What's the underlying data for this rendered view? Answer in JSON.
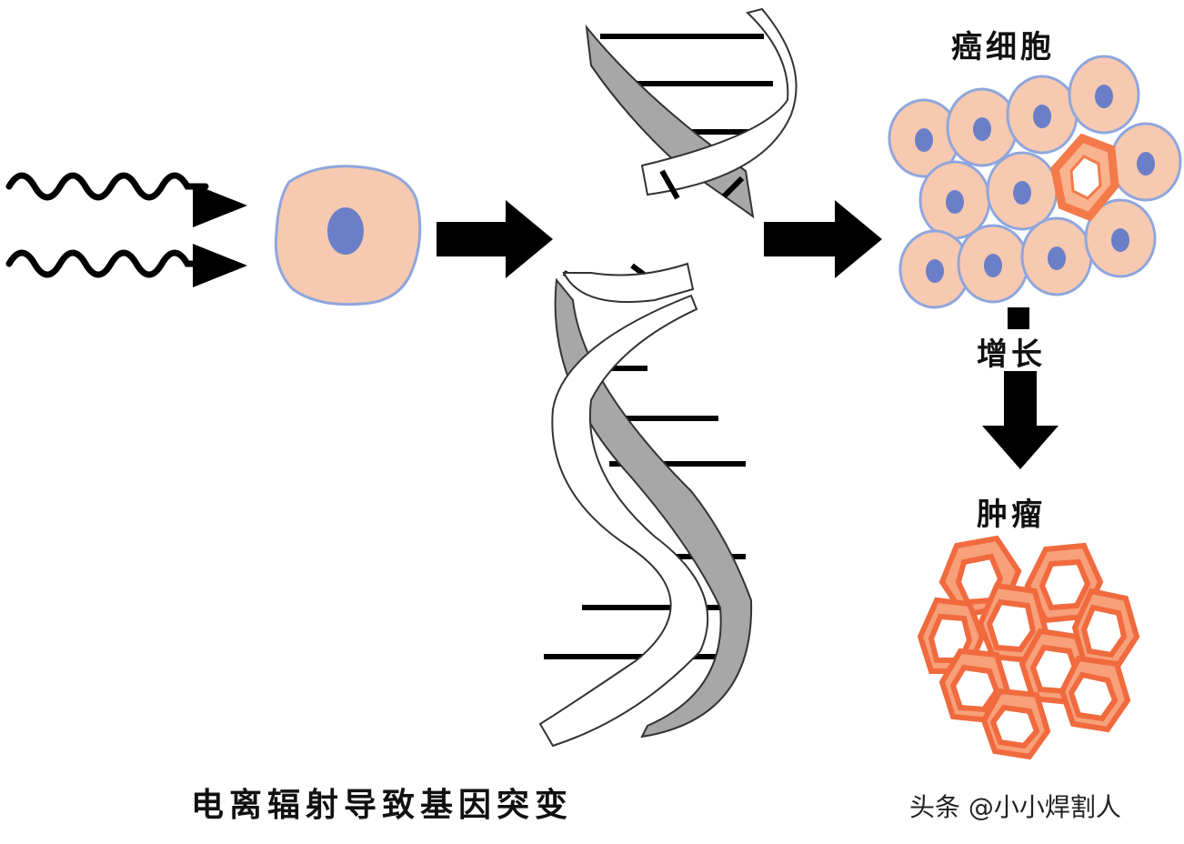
{
  "labels": {
    "cancer_cells": "癌细胞",
    "growth": "增长",
    "tumor": "肿瘤",
    "caption": "电离辐射导致基因突变"
  },
  "watermark": "头条 @小小焊割人",
  "colors": {
    "cell_fill": "#f7c9b0",
    "cell_outline": "#8fa6dc",
    "nucleus": "#6b7fc9",
    "mutated_cell": "#f47a4a",
    "dna_strand_shadow": "#a0a0a0",
    "arrow": "#000000"
  },
  "icons": {
    "radiation": "wavy-arrow-icon",
    "normal_cell": "cell-icon",
    "dna": "dna-double-helix-icon",
    "cancer_cells": "cell-cluster-icon",
    "tumor": "tumor-cluster-icon"
  }
}
